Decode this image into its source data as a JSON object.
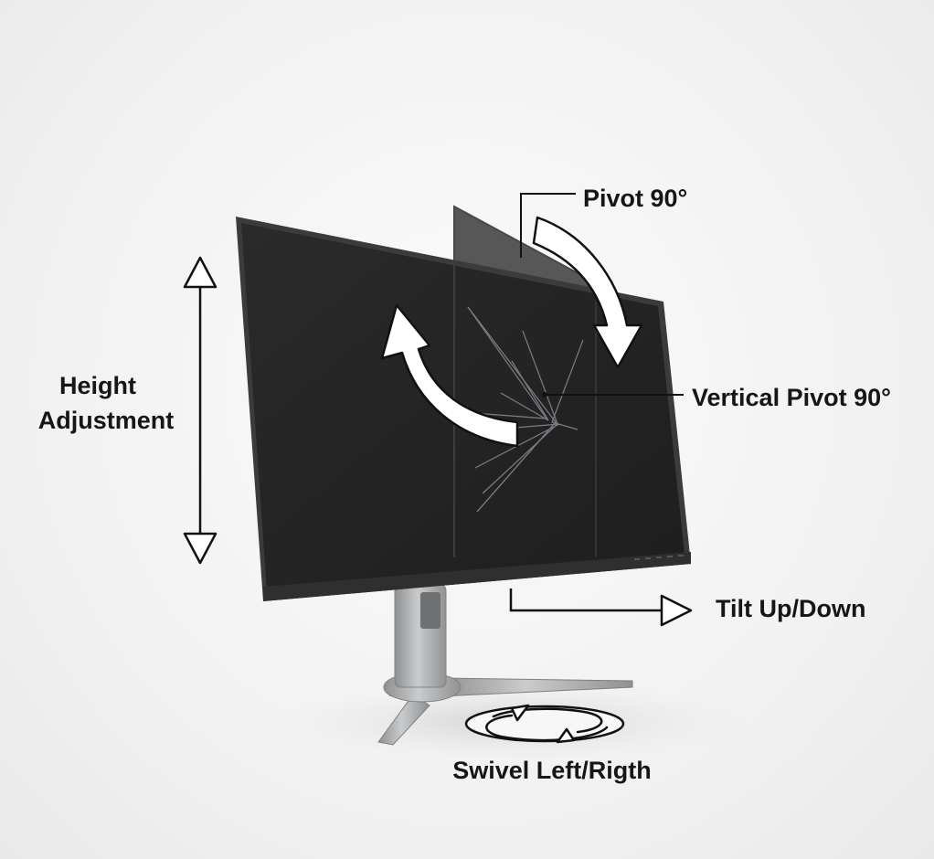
{
  "labels": {
    "pivot": "Pivot 90°",
    "vertical_pivot": "Vertical Pivot 90°",
    "height_line1": "Height",
    "height_line2": "Adjustment",
    "tilt": "Tilt Up/Down",
    "swivel": "Swivel Left/Rigth"
  },
  "colors": {
    "screen": "#262626",
    "bezel": "#3a3a3a",
    "stand": "#a9abad",
    "arrow_fill": "#ffffff",
    "line": "#111111"
  },
  "icons": {
    "height": "double-vertical-arrow-icon",
    "pivot": "curved-down-arrow-icon",
    "rotate": "curved-up-arrow-icon",
    "tilt": "right-arrow-icon",
    "swivel": "circular-rotate-icon"
  }
}
